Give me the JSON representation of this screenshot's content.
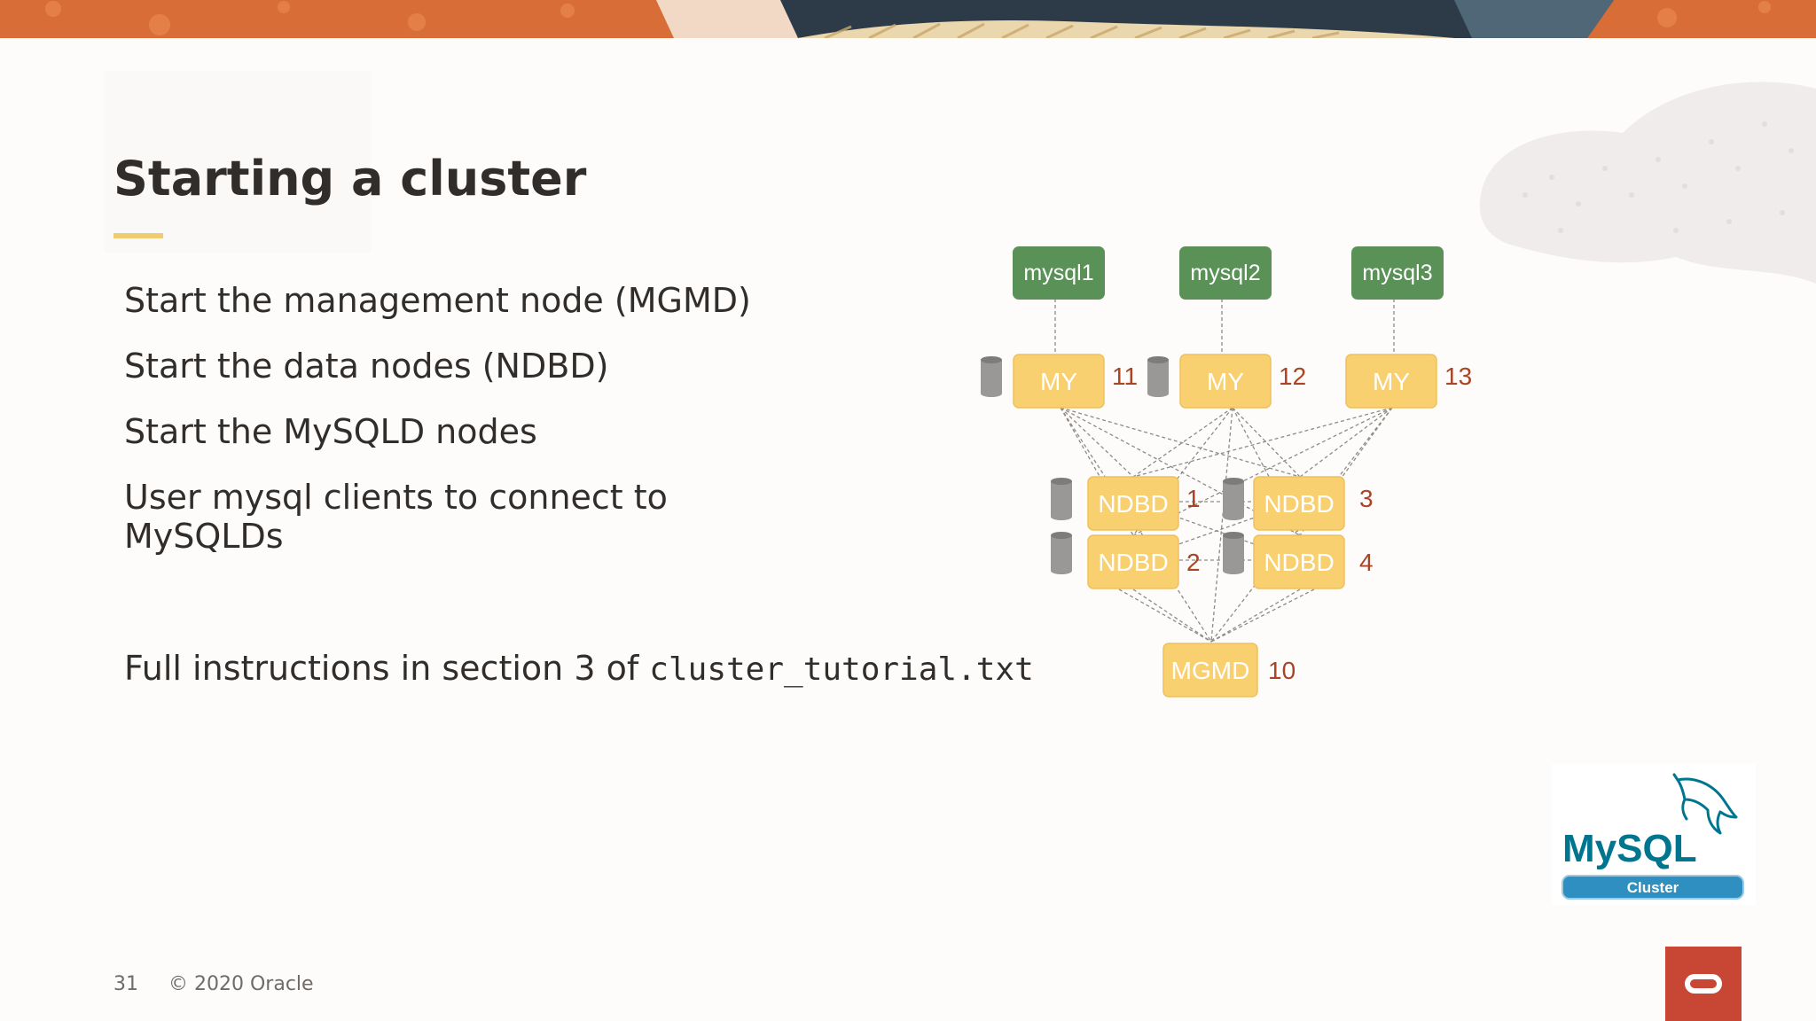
{
  "slide": {
    "title": "Starting a cluster",
    "bullets": [
      "Start the management node (MGMD)",
      "Start the data nodes (NDBD)",
      "Start the MySQLD nodes",
      "User mysql clients to connect to",
      "MySQLDs"
    ],
    "instructions_prefix": "Full instructions in section 3 of ",
    "instructions_file": "cluster_tutorial.txt"
  },
  "diagram": {
    "clients": [
      "mysql1",
      "mysql2",
      "mysql3"
    ],
    "sql_nodes": [
      {
        "label": "MY",
        "id": "11"
      },
      {
        "label": "MY",
        "id": "12"
      },
      {
        "label": "MY",
        "id": "13"
      }
    ],
    "data_nodes": [
      {
        "label": "NDBD",
        "id": "1"
      },
      {
        "label": "NDBD",
        "id": "3"
      },
      {
        "label": "NDBD",
        "id": "2"
      },
      {
        "label": "NDBD",
        "id": "4"
      }
    ],
    "mgmd": {
      "label": "MGMD",
      "id": "10"
    }
  },
  "logo": {
    "brand": "MySQL",
    "product": "Cluster"
  },
  "footer": {
    "page_number": "31",
    "copyright": "© 2020 Oracle"
  },
  "colors": {
    "client_node": "#5a9157",
    "cluster_node": "#f9d070",
    "node_id_text": "#a94424",
    "title_accent": "#f0cc71",
    "oracle_red": "#c74634",
    "mysql_blue": "#00758f",
    "mysql_orange": "#f29111"
  },
  "icons": [
    "database-cylinder-icon",
    "dolphin-icon",
    "oracle-logo-icon"
  ]
}
